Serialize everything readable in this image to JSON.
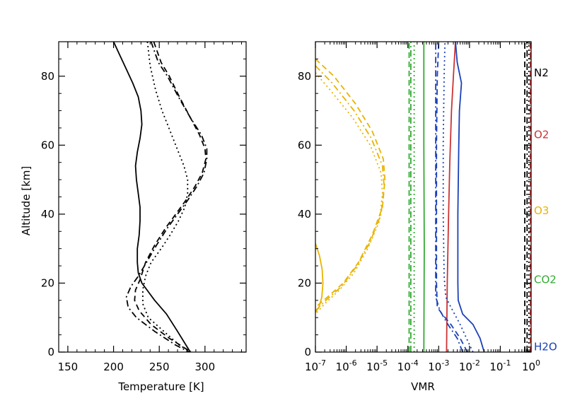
{
  "chart_data": [
    {
      "type": "line",
      "xlabel": "Temperature [K]",
      "ylabel": "Altitude [km]",
      "xlim": [
        140,
        345
      ],
      "ylim": [
        0,
        90
      ],
      "xticks": [
        "150",
        "200",
        "250",
        "300"
      ],
      "xtick_values": [
        150,
        200,
        250,
        300
      ],
      "yticks": [
        "0",
        "20",
        "40",
        "60",
        "80"
      ],
      "ytick_values": [
        0,
        20,
        40,
        60,
        80
      ],
      "grid": false,
      "series": [
        {
          "style": "solid",
          "color": "#000000",
          "points": [
            [
              200,
              90
            ],
            [
              207,
              86
            ],
            [
              214,
              82
            ],
            [
              221,
              78
            ],
            [
              227,
              74
            ],
            [
              230,
              70
            ],
            [
              231,
              66
            ],
            [
              229,
              62
            ],
            [
              226,
              58
            ],
            [
              224,
              54
            ],
            [
              225,
              50
            ],
            [
              227,
              46
            ],
            [
              229,
              42
            ],
            [
              229,
              38
            ],
            [
              228,
              34
            ],
            [
              226,
              30
            ],
            [
              226,
              26
            ],
            [
              227,
              23
            ],
            [
              231,
              20
            ],
            [
              245,
              15
            ],
            [
              258,
              11
            ],
            [
              270,
              6
            ],
            [
              284,
              0
            ]
          ]
        },
        {
          "style": "dotted",
          "color": "#000000",
          "points": [
            [
              237,
              90
            ],
            [
              240,
              83
            ],
            [
              246,
              76
            ],
            [
              253,
              70
            ],
            [
              262,
              64
            ],
            [
              271,
              58
            ],
            [
              277,
              54
            ],
            [
              281,
              50
            ],
            [
              281,
              46
            ],
            [
              278,
              42
            ],
            [
              271,
              38
            ],
            [
              262,
              34
            ],
            [
              252,
              30
            ],
            [
              241,
              26
            ],
            [
              235,
              22
            ],
            [
              232,
              18
            ],
            [
              232,
              14
            ],
            [
              238,
              10
            ],
            [
              255,
              6
            ],
            [
              272,
              2
            ],
            [
              285,
              0
            ]
          ]
        },
        {
          "style": "dashed",
          "color": "#000000",
          "points": [
            [
              244,
              90
            ],
            [
              252,
              84
            ],
            [
              261,
              80
            ],
            [
              272,
              74
            ],
            [
              284,
              68
            ],
            [
              294,
              63
            ],
            [
              300,
              59
            ],
            [
              301,
              56
            ],
            [
              297,
              52
            ],
            [
              289,
              48
            ],
            [
              279,
              44
            ],
            [
              268,
              40
            ],
            [
              257,
              36
            ],
            [
              245,
              31
            ],
            [
              235,
              26
            ],
            [
              229,
              21
            ],
            [
              224,
              18
            ],
            [
              223,
              15
            ],
            [
              228,
              12
            ],
            [
              241,
              8
            ],
            [
              261,
              4
            ],
            [
              285,
              0
            ]
          ]
        },
        {
          "style": "dashdot",
          "color": "#000000",
          "points": [
            [
              241,
              90
            ],
            [
              249,
              84
            ],
            [
              259,
              80
            ],
            [
              271,
              74
            ],
            [
              284,
              68
            ],
            [
              296,
              63
            ],
            [
              302,
              59
            ],
            [
              302,
              56
            ],
            [
              299,
              52
            ],
            [
              291,
              48
            ],
            [
              281,
              44
            ],
            [
              270,
              40
            ],
            [
              259,
              36
            ],
            [
              247,
              31
            ],
            [
              236,
              26
            ],
            [
              227,
              22
            ],
            [
              219,
              19
            ],
            [
              214,
              16
            ],
            [
              216,
              13
            ],
            [
              225,
              10
            ],
            [
              245,
              6
            ],
            [
              268,
              2
            ],
            [
              283,
              0
            ]
          ]
        }
      ]
    },
    {
      "type": "line",
      "xlabel": "VMR",
      "ylabel": "",
      "xscale": "log",
      "xlim": [
        1e-07,
        1
      ],
      "ylim": [
        0,
        90
      ],
      "xticks": [
        "10",
        "10",
        "10",
        "10",
        "10",
        "10",
        "10",
        "10"
      ],
      "xtick_exponents": [
        "-7",
        "-6",
        "-5",
        "-4",
        "-3",
        "-2",
        "-1",
        "0"
      ],
      "xtick_values": [
        1e-07,
        1e-06,
        1e-05,
        0.0001,
        0.001,
        0.01,
        0.1,
        1
      ],
      "yticks": [
        "0",
        "20",
        "40",
        "60",
        "80"
      ],
      "ytick_values": [
        0,
        20,
        40,
        60,
        80
      ],
      "grid": false,
      "gas_labels": [
        {
          "text": "N2",
          "color": "#000000",
          "altitude": 81
        },
        {
          "text": "O2",
          "color": "#cc3333",
          "altitude": 63
        },
        {
          "text": "O3",
          "color": "#e8b400",
          "altitude": 41
        },
        {
          "text": "CO2",
          "color": "#33aa33",
          "altitude": 21
        },
        {
          "text": "H2O",
          "color": "#1a40b8",
          "altitude": 1.5
        }
      ],
      "series": [
        {
          "gas": "N2",
          "style": "dashed",
          "color": "#000000",
          "points": [
            [
              0.62,
              0
            ],
            [
              0.62,
              90
            ]
          ]
        },
        {
          "gas": "N2",
          "style": "dashdot",
          "color": "#000000",
          "points": [
            [
              0.74,
              0
            ],
            [
              0.74,
              90
            ]
          ]
        },
        {
          "gas": "N2",
          "style": "dotted",
          "color": "#000000",
          "points": [
            [
              0.85,
              0
            ],
            [
              0.85,
              90
            ]
          ]
        },
        {
          "gas": "O2",
          "style": "dotted",
          "color": "#cc3333",
          "points": [
            [
              0.9,
              0
            ],
            [
              0.9,
              90
            ]
          ]
        },
        {
          "gas": "O2",
          "style": "dashed",
          "color": "#cc3333",
          "points": [
            [
              0.95,
              0
            ],
            [
              0.95,
              90
            ]
          ]
        },
        {
          "gas": "O2",
          "style": "solid",
          "color": "#cc3333",
          "points": [
            [
              0.0018,
              0
            ],
            [
              0.0019,
              20
            ],
            [
              0.0021,
              40
            ],
            [
              0.0023,
              55
            ],
            [
              0.0026,
              70
            ],
            [
              0.003,
              80
            ],
            [
              0.0035,
              90
            ]
          ]
        },
        {
          "gas": "CO2",
          "style": "dashed",
          "color": "#33aa33",
          "points": [
            [
              0.00011,
              0
            ],
            [
              0.00011,
              90
            ]
          ]
        },
        {
          "gas": "CO2",
          "style": "dashdot",
          "color": "#33aa33",
          "points": [
            [
              0.000125,
              0
            ],
            [
              0.000125,
              90
            ]
          ]
        },
        {
          "gas": "CO2",
          "style": "dotted",
          "color": "#33aa33",
          "points": [
            [
              0.00016,
              0
            ],
            [
              0.00016,
              90
            ]
          ]
        },
        {
          "gas": "CO2",
          "style": "solid",
          "color": "#33aa33",
          "points": [
            [
              0.00033,
              0
            ],
            [
              0.00034,
              30
            ],
            [
              0.00033,
              60
            ],
            [
              0.00033,
              90
            ]
          ]
        },
        {
          "gas": "H2O",
          "style": "solid",
          "color": "#1a40b8",
          "points": [
            [
              0.03,
              0
            ],
            [
              0.022,
              4
            ],
            [
              0.013,
              8
            ],
            [
              0.006,
              11
            ],
            [
              0.0043,
              15
            ],
            [
              0.0042,
              20
            ],
            [
              0.0042,
              40
            ],
            [
              0.0045,
              60
            ],
            [
              0.0047,
              70
            ],
            [
              0.0055,
              78
            ],
            [
              0.004,
              84
            ],
            [
              0.0035,
              90
            ]
          ]
        },
        {
          "gas": "H2O",
          "style": "dotted",
          "color": "#1a40b8",
          "points": [
            [
              0.013,
              0
            ],
            [
              0.008,
              4
            ],
            [
              0.005,
              8
            ],
            [
              0.0025,
              13
            ],
            [
              0.0017,
              16
            ],
            [
              0.0015,
              22
            ],
            [
              0.0014,
              40
            ],
            [
              0.0014,
              60
            ],
            [
              0.0015,
              80
            ],
            [
              0.0016,
              90
            ]
          ]
        },
        {
          "gas": "H2O",
          "style": "dashed",
          "color": "#1a40b8",
          "points": [
            [
              0.0085,
              0
            ],
            [
              0.005,
              4
            ],
            [
              0.0025,
              8
            ],
            [
              0.0013,
              11
            ],
            [
              0.0009,
              13
            ],
            [
              0.00085,
              20
            ],
            [
              0.00085,
              40
            ],
            [
              0.00085,
              60
            ],
            [
              0.0009,
              80
            ],
            [
              0.001,
              90
            ]
          ]
        },
        {
          "gas": "H2O",
          "style": "dashdot",
          "color": "#1a40b8",
          "points": [
            [
              0.006,
              0
            ],
            [
              0.004,
              4
            ],
            [
              0.002,
              8
            ],
            [
              0.0011,
              12
            ],
            [
              0.0008,
              16
            ],
            [
              0.0008,
              20
            ],
            [
              0.0008,
              40
            ],
            [
              0.0008,
              60
            ],
            [
              0.0008,
              80
            ],
            [
              0.0008,
              90
            ]
          ]
        },
        {
          "gas": "O3",
          "style": "solid",
          "color": "#e8b400",
          "points": [
            [
              1e-07,
              31.5
            ],
            [
              1.35e-07,
              28
            ],
            [
              1.65e-07,
              24
            ],
            [
              1.75e-07,
              20
            ],
            [
              1.62e-07,
              16
            ],
            [
              1.3e-07,
              13
            ],
            [
              1e-07,
              11.5
            ]
          ]
        },
        {
          "gas": "O3",
          "style": "dashed",
          "color": "#e8b400",
          "points": [
            [
              1e-07,
              85
            ],
            [
              4e-07,
              80
            ],
            [
              2e-06,
              72
            ],
            [
              7e-06,
              64
            ],
            [
              1.6e-05,
              56
            ],
            [
              1.8e-05,
              50
            ],
            [
              1.5e-05,
              42
            ],
            [
              7e-06,
              34
            ],
            [
              2.5e-06,
              26
            ],
            [
              8e-07,
              20
            ],
            [
              2.5e-07,
              16
            ],
            [
              1e-07,
              13
            ]
          ]
        },
        {
          "gas": "O3",
          "style": "dashdot",
          "color": "#e8b400",
          "points": [
            [
              1e-07,
              83
            ],
            [
              3.5e-07,
              78
            ],
            [
              1.8e-06,
              70
            ],
            [
              6.5e-06,
              62
            ],
            [
              1.5e-05,
              54
            ],
            [
              1.7e-05,
              48
            ],
            [
              1.35e-05,
              40
            ],
            [
              6e-06,
              32
            ],
            [
              2.2e-06,
              25
            ],
            [
              7e-07,
              19
            ],
            [
              2.2e-07,
              15
            ],
            [
              1e-07,
              12
            ]
          ]
        },
        {
          "gas": "O3",
          "style": "dotted",
          "color": "#e8b400",
          "points": [
            [
              1e-07,
              81
            ],
            [
              3e-07,
              76
            ],
            [
              1.6e-06,
              68
            ],
            [
              6e-06,
              60
            ],
            [
              1.35e-05,
              52
            ],
            [
              1.5e-05,
              46
            ],
            [
              1.2e-05,
              38
            ],
            [
              5e-06,
              30
            ],
            [
              1.8e-06,
              23
            ],
            [
              6e-07,
              18
            ],
            [
              2e-07,
              14
            ],
            [
              1e-07,
              11
            ]
          ]
        }
      ]
    }
  ]
}
